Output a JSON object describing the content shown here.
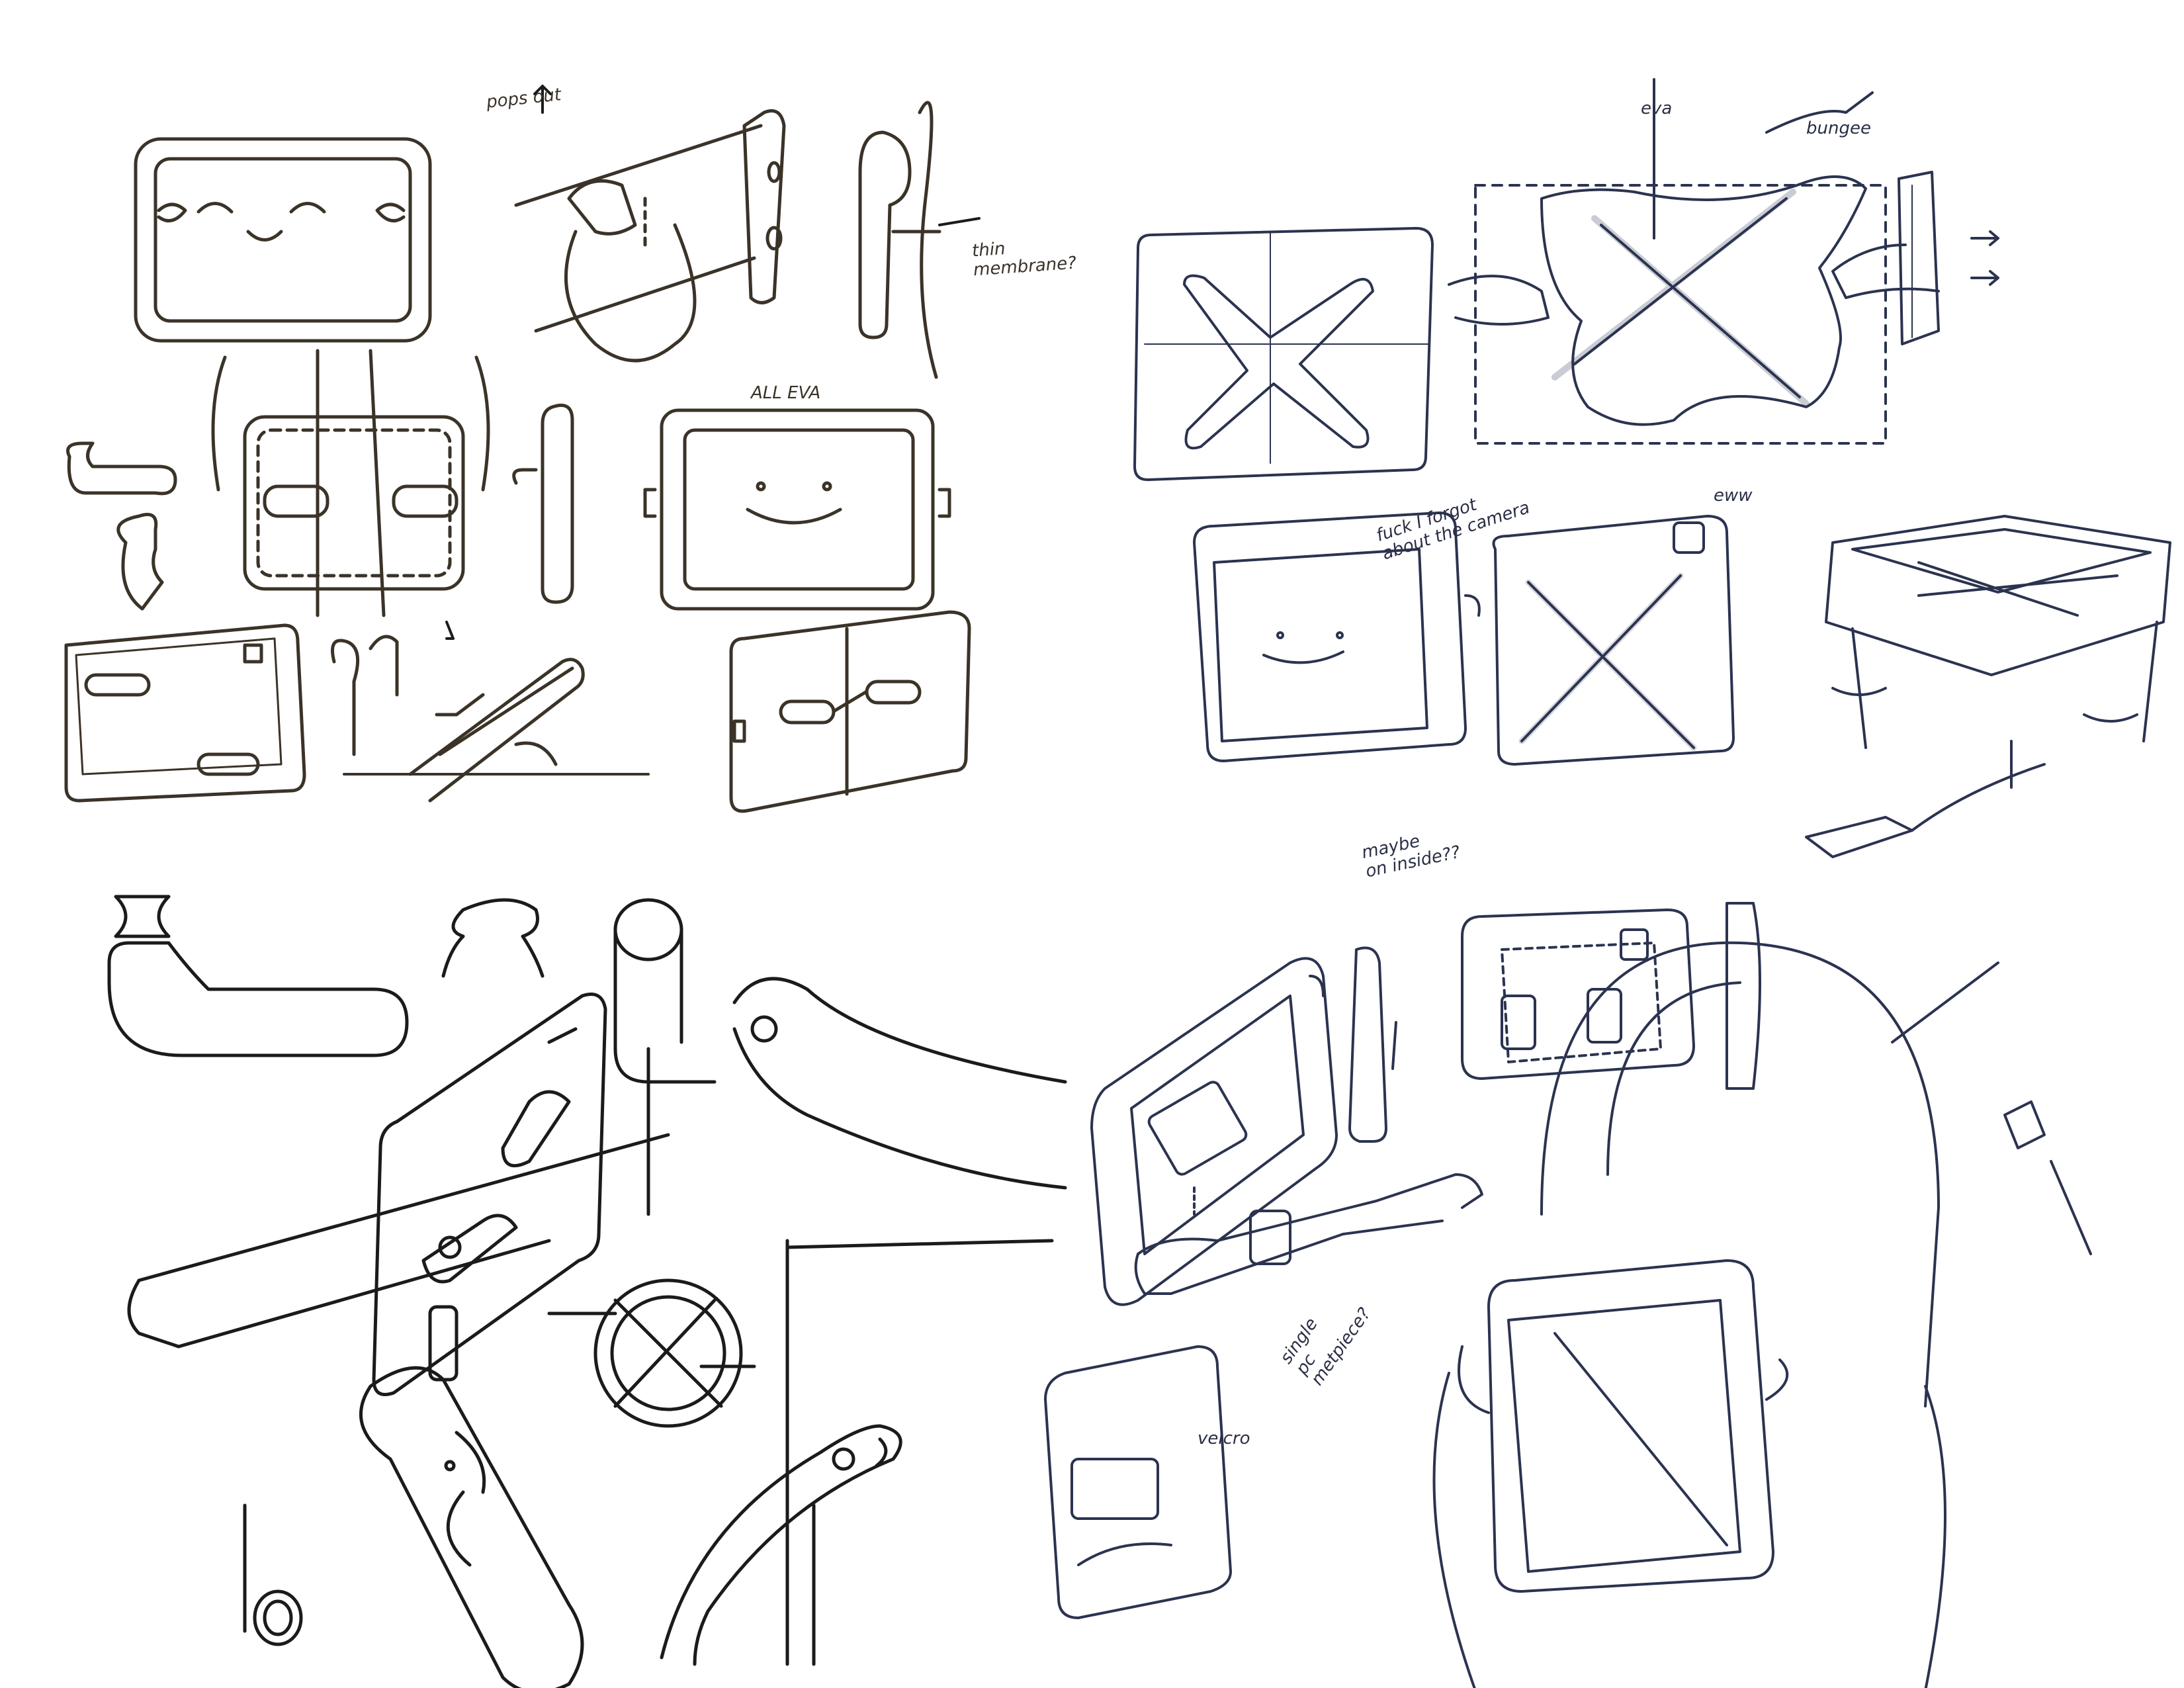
{
  "sheet": {
    "background": "#ffffff",
    "ink_colors": {
      "brown_pen": "#3b3328",
      "black_pen": "#1b1b1b",
      "navy_pen": "#2b3350"
    }
  },
  "annotations": {
    "pops_out": "pops out",
    "thin_membrane": "thin\nmembrane?",
    "all_eva": "ALL EVA",
    "eva": "eva",
    "bungee": "bungee",
    "eww": "eww",
    "forgot_camera": "fuck I forgot\nabout the camera",
    "maybe_on_inside": "maybe\non inside??",
    "single_piece": "single\npc\nmetpiece?",
    "velcro": "velcro"
  },
  "icons": [
    "tablet-face-sketch",
    "arrow-up-icon",
    "arrow-down-icon",
    "arrow-right-icon",
    "x-strap-sketch",
    "headrest-mount-sketch",
    "handle-loop-sketch",
    "strap-buckle-sketch"
  ]
}
